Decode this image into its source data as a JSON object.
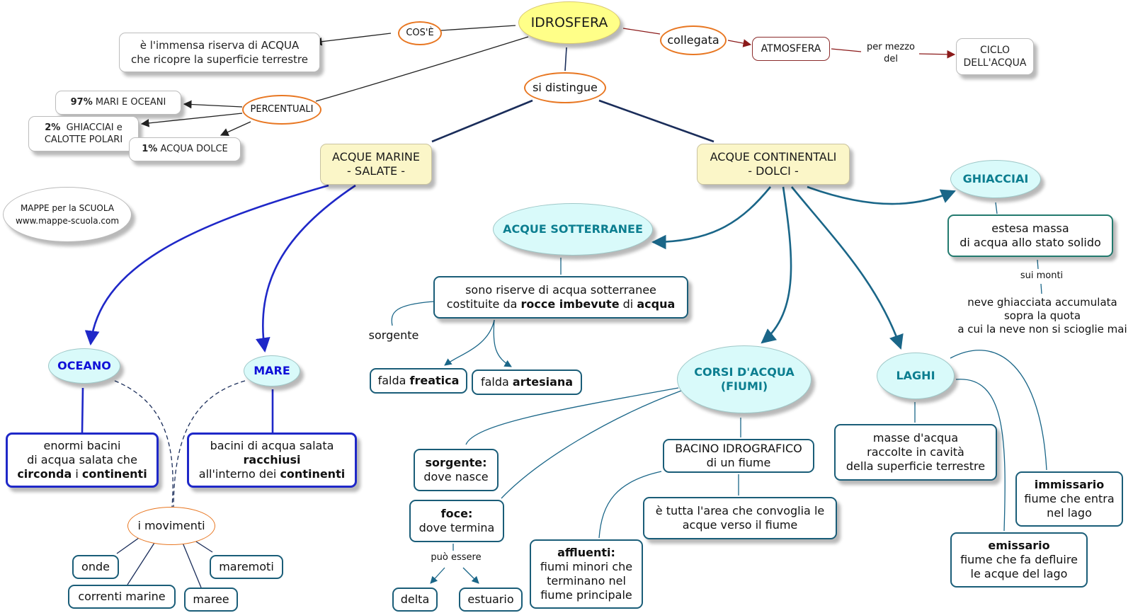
{
  "nodes": {
    "idrosfera": "IDROSFERA",
    "cose": "COS'È",
    "cose_def": [
      "è l'immensa riserva di ACQUA",
      "che ricopre la superficie terrestre"
    ],
    "collegata": "collegata",
    "atmosfera": "ATMOSFERA",
    "per_mezzo_del": [
      "per mezzo",
      "del"
    ],
    "ciclo": [
      "CICLO",
      "DELL'ACQUA"
    ],
    "si_distingue": "si distingue",
    "percentuali": "PERCENTUALI",
    "pct_mari": {
      "value": "97%",
      "label": "MARI E OCEANI"
    },
    "pct_ghiacciai": {
      "value": "2%",
      "label": "GHIACCIAI e",
      "label2": "CALOTTE POLARI"
    },
    "pct_dolce": {
      "value": "1%",
      "label": "ACQUA DOLCE"
    },
    "logo": [
      "MAPPE per la SCUOLA",
      "www.mappe-scuola.com"
    ],
    "acque_marine": [
      "ACQUE MARINE",
      "- SALATE -"
    ],
    "acque_continentali": [
      "ACQUE CONTINENTALI",
      "- DOLCI -"
    ],
    "oceano": "OCEANO",
    "mare": "MARE",
    "oceano_def": {
      "l1": "enormi bacini",
      "l2": "di acqua salata che",
      "l3a": "circonda",
      "l3b": " i ",
      "l3c": "continenti"
    },
    "mare_def": {
      "l1": "bacini di acqua salata",
      "l2": "racchiusi",
      "l3a": "all'interno dei ",
      "l3b": "continenti"
    },
    "movimenti": "i movimenti",
    "onde": "onde",
    "correnti": "correnti marine",
    "maree": "maree",
    "maremoti": "maremoti",
    "acque_sotterranee": "ACQUE SOTTERRANEE",
    "sotterranee_def": {
      "l1": "sono riserve di acqua sotterranee",
      "l2a": "costituite da ",
      "l2b": "rocce imbevute",
      "l2c": " di ",
      "l2d": "acqua"
    },
    "sorgente_label": "sorgente",
    "falda_freatica": {
      "a": "falda ",
      "b": "freatica"
    },
    "falda_artesiana": {
      "a": "falda ",
      "b": "artesiana"
    },
    "ghiacciai": "GHIACCIAI",
    "ghiacciai_def": [
      "estesa massa",
      "di acqua allo stato solido"
    ],
    "sui_monti": "sui monti",
    "neve": [
      "neve ghiacciata accumulata",
      "sopra la quota",
      "a cui la neve non si scioglie mai"
    ],
    "corsi": [
      "CORSI D'ACQUA",
      "(FIUMI)"
    ],
    "laghi": "LAGHI",
    "sorgente_def": {
      "title": "sorgente:",
      "text": "dove nasce"
    },
    "foce_def": {
      "title": "foce:",
      "text": "dove termina"
    },
    "puo_essere": "può essere",
    "delta": "delta",
    "estuario": "estuario",
    "bacino": [
      "BACINO IDROGRAFICO",
      "di un fiume"
    ],
    "bacino_def": [
      "è tutta l'area che convoglia le",
      "acque verso il fiume"
    ],
    "affluenti": {
      "title": "affluenti:",
      "l1": "fiumi minori che",
      "l2": "terminano nel",
      "l3": "fiume principale"
    },
    "laghi_def": [
      "masse d'acqua",
      "raccolte in cavità",
      "della superficie terrestre"
    ],
    "immissario": {
      "title": "immissario",
      "l1": "fiume che entra",
      "l2": "nel lago"
    },
    "emissario": {
      "title": "emissario",
      "l1": "fiume che fa defluire",
      "l2": "le acque del lago"
    }
  },
  "colors": {
    "orange": "#e87722",
    "dark_red": "#8b2c2c",
    "navy": "#1a2d5a",
    "blue": "#1f28c8",
    "teal": "#1a6688",
    "yellow": "#ffff88"
  }
}
